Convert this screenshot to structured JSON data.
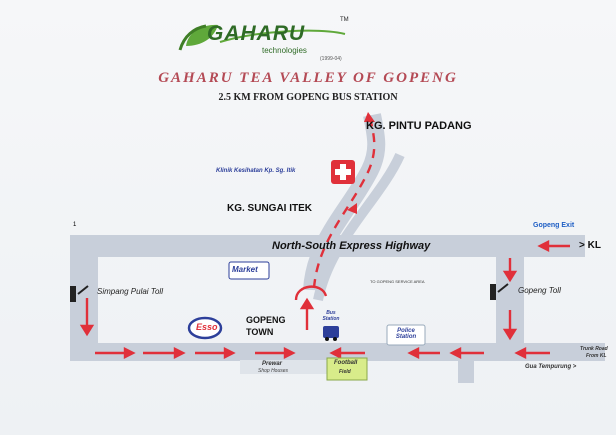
{
  "brand": {
    "name": "GAHARU",
    "tagline": "technologies",
    "tm": "TM",
    "small": "(1999-04)"
  },
  "title": "GAHARU TEA VALLEY OF GOPENG",
  "subtitle": "2.5 KM FROM GOPENG BUS STATION",
  "places": {
    "kg_pintu_padang": "KG. PINTU PADANG",
    "klinik": "Klinik Kesihatan Kp. Sg. Itik",
    "kg_sungai_itek": "KG. SUNGAI ITEK",
    "highway": "North-South Express Highway",
    "gopeng_exit": "Gopeng Exit",
    "to_kl": "> KL",
    "market": "Market",
    "to_gopeng": "TO GOPENG SERVICE AREA",
    "simpang_pulai": "Simpang Pulai Toll",
    "gopeng_toll": "Gopeng Toll",
    "esso": "Esso",
    "gopeng_town": "GOPENG TOWN",
    "bus_station": "Bus Station",
    "police_station": "Police Station",
    "prewar": "Prewar",
    "shop_houses": "Shop Houses",
    "football": "Football",
    "field": "Field",
    "trunk_road": "Trunk Road",
    "from_kl": "From KL",
    "to_temporary": "Gua Tempurung >",
    "marker_one": "1"
  },
  "colors": {
    "road": "#c8cfda",
    "arrow": "#e0303a",
    "blue": "#2d3f9a",
    "green": "#5fa83a",
    "football": "#d8ec8a"
  }
}
